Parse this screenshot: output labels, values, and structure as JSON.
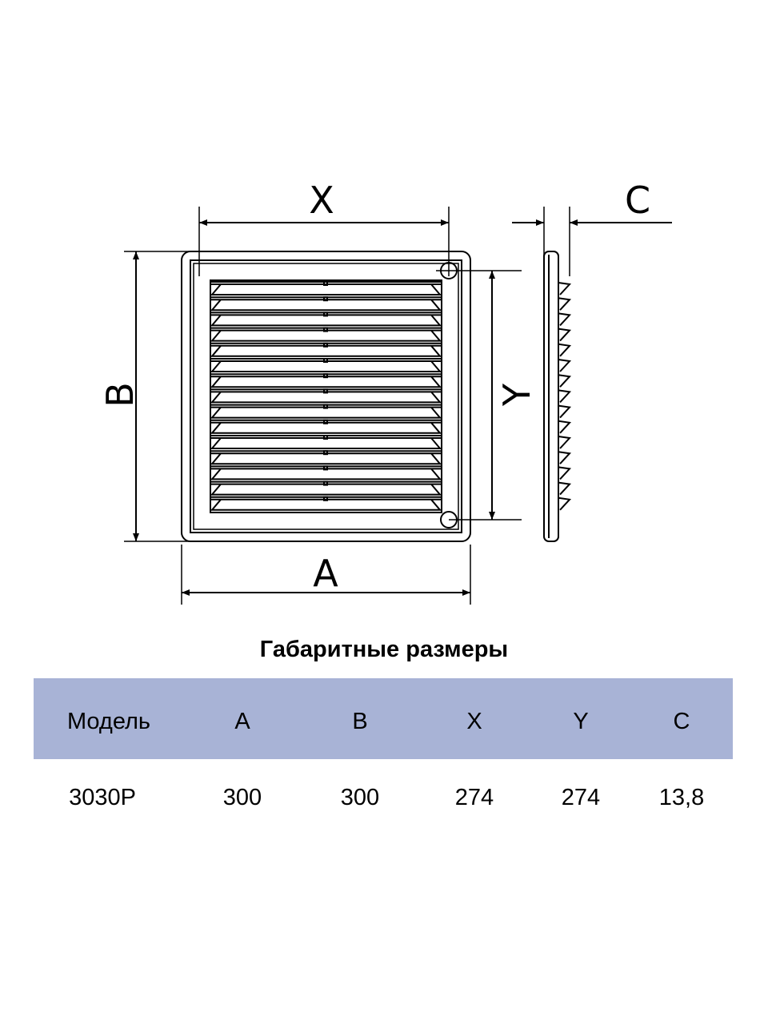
{
  "diagram": {
    "labels": {
      "x": "X",
      "b": "B",
      "a": "A",
      "y": "Y",
      "c": "C"
    },
    "louver_count": 15
  },
  "title": "Габаритные размеры",
  "table": {
    "header_color": "#a8b3d6",
    "columns": [
      "Модель",
      "A",
      "B",
      "X",
      "Y",
      "C"
    ],
    "rows": [
      [
        "3030P",
        "300",
        "300",
        "274",
        "274",
        "13,8"
      ]
    ]
  }
}
